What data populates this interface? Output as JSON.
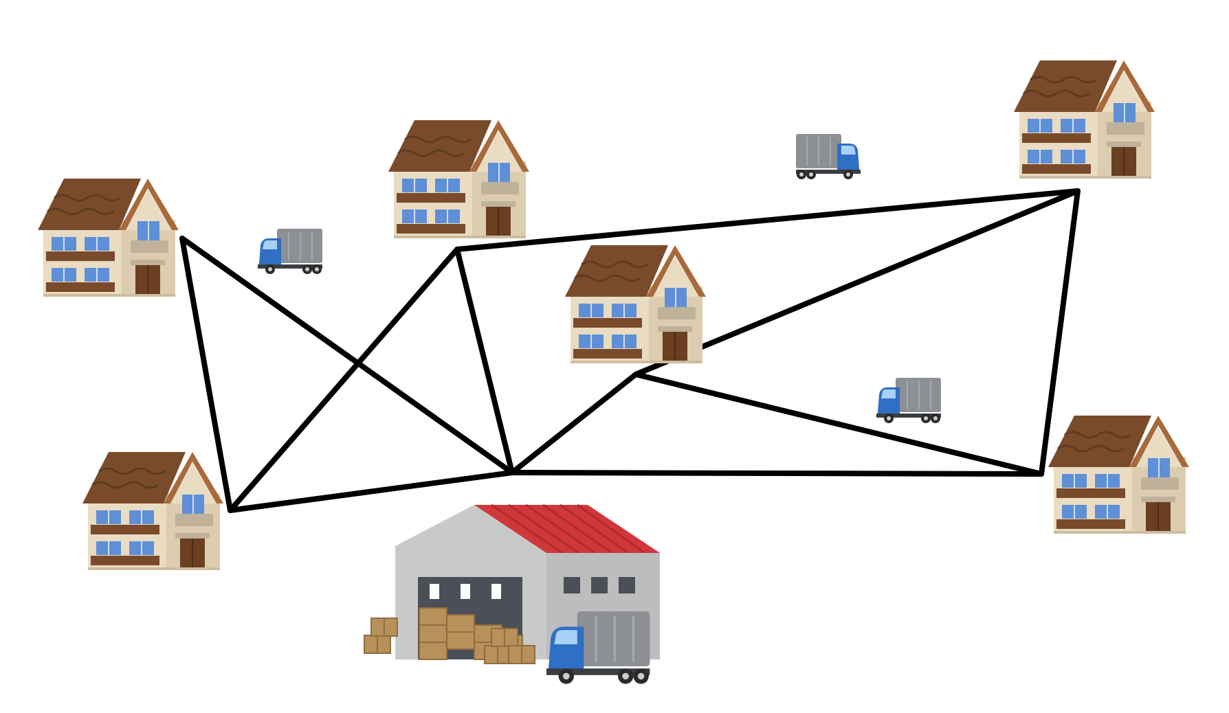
{
  "diagram": {
    "type": "delivery-route-network",
    "colors": {
      "background": "#ffffff",
      "route_line": "#000000",
      "roof_house": "#7a4b2a",
      "roof_house_dark": "#5e3a20",
      "wall_house": "#e9dcc3",
      "wall_house_shade": "#d8c7a8",
      "window_blue": "#5f8fd6",
      "door_brown": "#6a3f22",
      "balcony_brown": "#7a4b2a",
      "warehouse_wall": "#c9c9c9",
      "warehouse_roof": "#d0373a",
      "warehouse_door": "#4a4f58",
      "box_brown": "#b8915a",
      "truck_cab": "#2f6fc4",
      "truck_cargo": "#8c8f94"
    },
    "icons": {
      "house": "house-icon",
      "warehouse": "warehouse-icon",
      "truck": "delivery-truck-icon",
      "box": "cardboard-box-icon"
    },
    "nodes": [
      "depot",
      "house-1",
      "house-2",
      "house-3",
      "house-4",
      "house-5",
      "house-6"
    ]
  }
}
